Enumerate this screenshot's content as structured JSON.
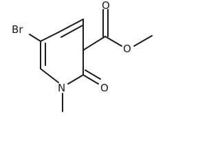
{
  "molecule": {
    "atoms": {
      "br": "Br",
      "n": "N",
      "o_carbonyl_ring": "O",
      "o_ester_double": "O",
      "o_ester_single": "O"
    }
  }
}
